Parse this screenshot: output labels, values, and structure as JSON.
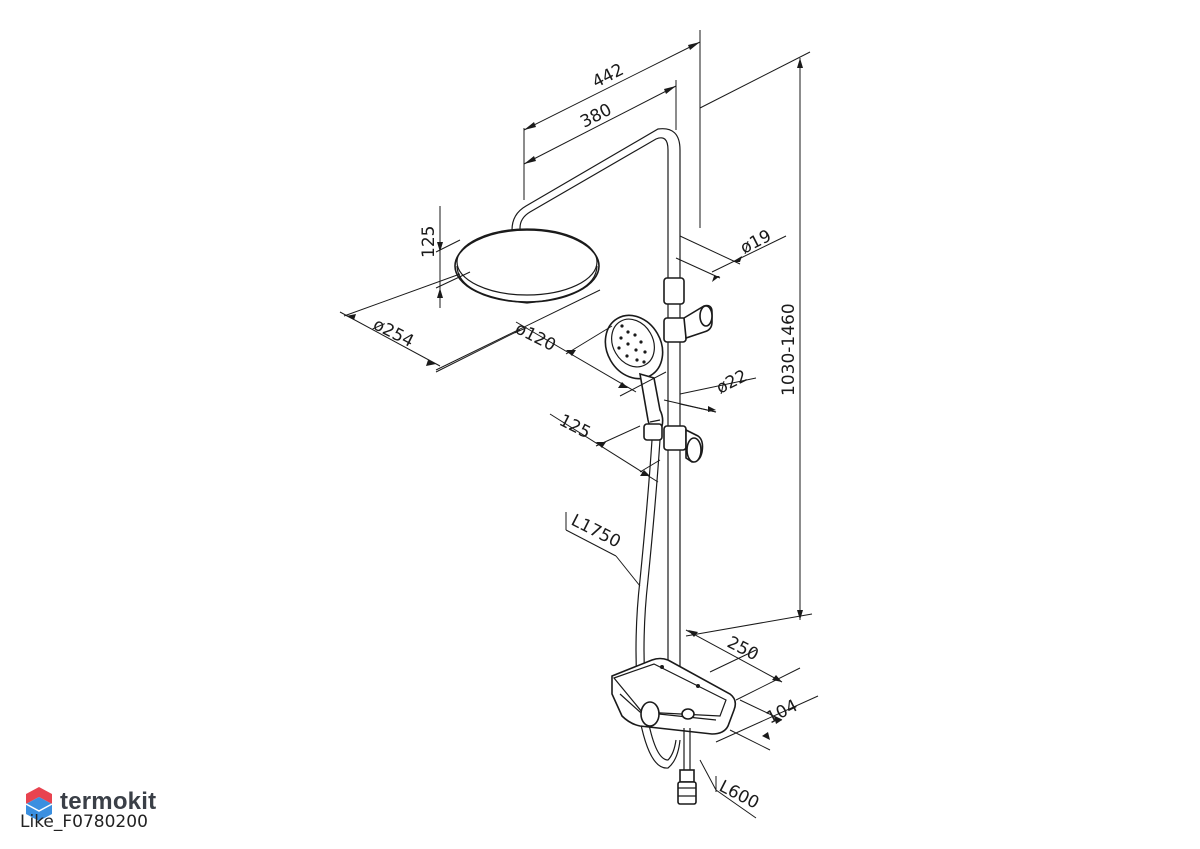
{
  "dimensions": {
    "d442": "442",
    "d380": "380",
    "d125_top": "125",
    "d19": "ø19",
    "d254": "ø254",
    "d120": "ø120",
    "d22": "ø22",
    "d125_side": "125",
    "d1030_1460": "1030-1460",
    "hose": "L1750",
    "d250": "250",
    "d104": "104",
    "d600": "L600"
  },
  "watermark": {
    "brand": "termokit",
    "code": "Like_F0780200"
  },
  "colors": {
    "line": "#1a1a1a",
    "logo_red": "#e8434f",
    "logo_blue": "#3a8fe0",
    "brand_text": "#3a3f47"
  }
}
